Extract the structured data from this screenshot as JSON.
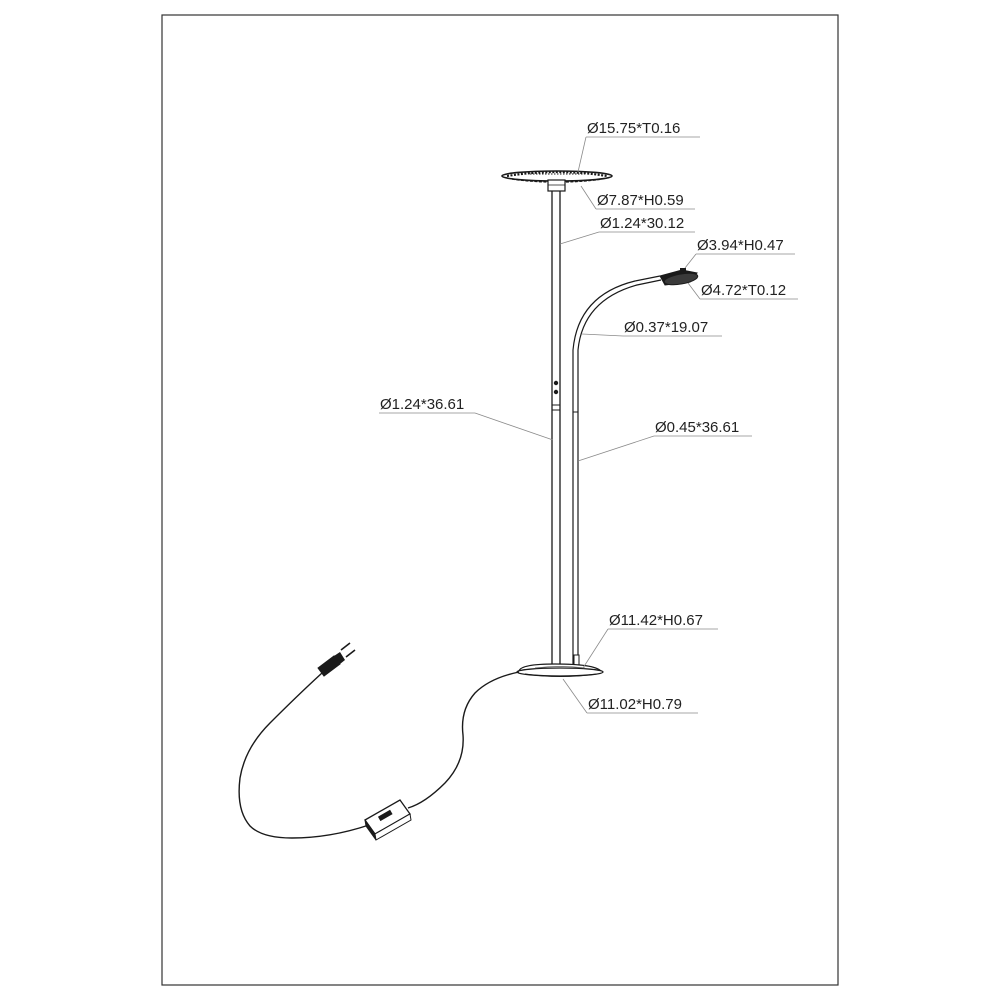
{
  "drawing": {
    "subject": "floor lamp",
    "line_color": "#1a1a1a",
    "leader_color": "#8a8a8a",
    "frame_color": "#333333"
  },
  "dimensions": {
    "top_shade": "Ø15.75*T0.16",
    "shade_hub": "Ø7.87*H0.59",
    "upper_pole": "Ø1.24*30.12",
    "reading_head": "Ø3.94*H0.47",
    "reading_disc": "Ø4.72*T0.12",
    "gooseneck": "Ø0.37*19.07",
    "lower_pole": "Ø1.24*36.61",
    "reading_pole": "Ø0.45*36.61",
    "base_top": "Ø11.42*H0.67",
    "base_bottom": "Ø11.02*H0.79"
  }
}
